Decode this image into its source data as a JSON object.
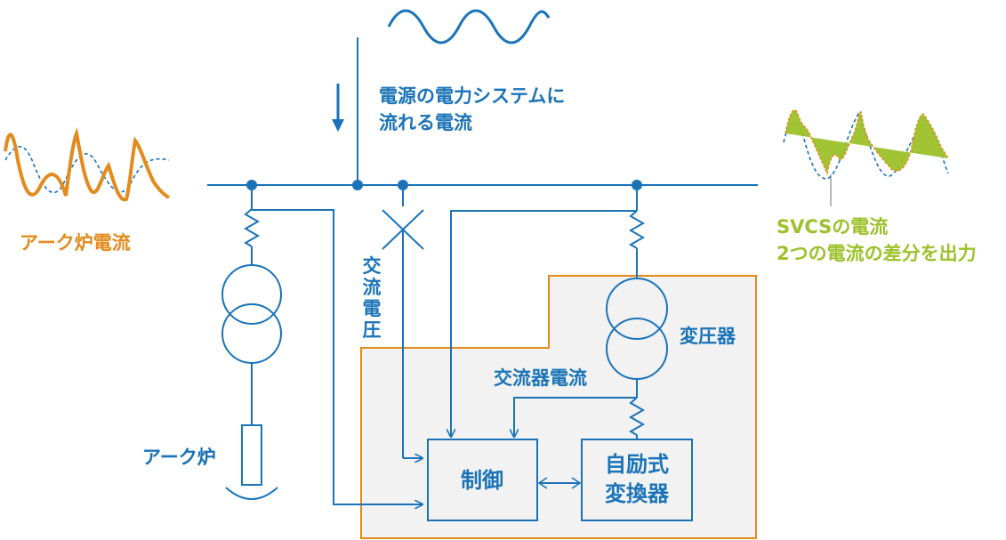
{
  "labels": {
    "grid_current_line1": "電源の電力システムに",
    "grid_current_line2": "流れる電流",
    "arc_furnace_current": "アーク炉電流",
    "arc_furnace": "アーク炉",
    "ac_voltage_chars": [
      "交",
      "流",
      "電",
      "圧"
    ],
    "transformer": "変圧器",
    "ac_device_current": "交流器電流",
    "control": "制御",
    "converter_line1": "自励式",
    "converter_line2": "変換器",
    "svcs_line1": "SVCSの電流",
    "svcs_line2": "2つの電流の差分を出力"
  },
  "colors": {
    "wire": "#1a73b8",
    "arc_current": "#e38a1c",
    "svcs": "#9cc12a",
    "svcs_box_border": "#e38a1c",
    "svcs_box_fill": "#f2f2f2"
  }
}
